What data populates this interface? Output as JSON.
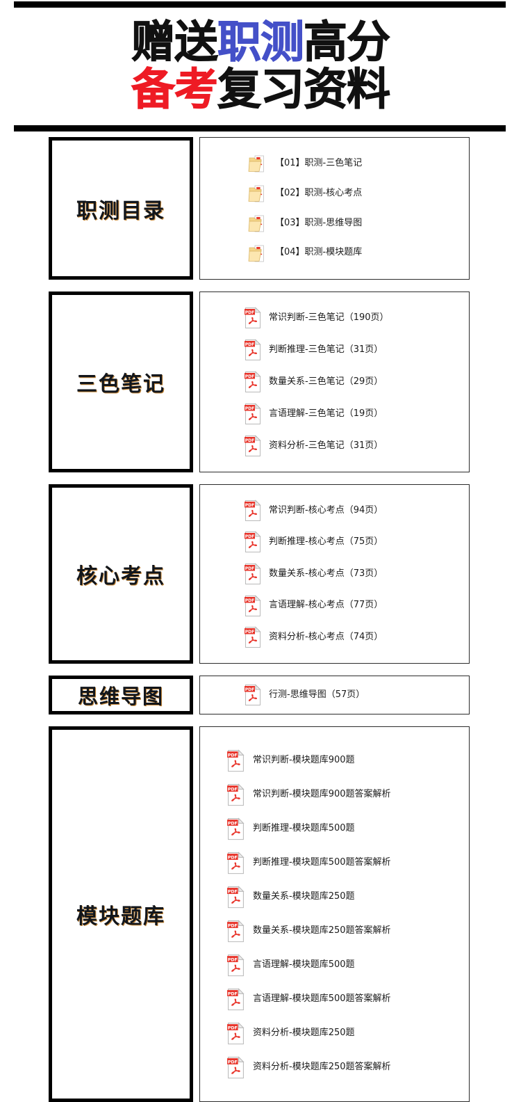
{
  "header": {
    "line1": [
      {
        "text": "赠送",
        "color": "#111111"
      },
      {
        "text": "职测",
        "color": "#4450c8"
      },
      {
        "text": "高分",
        "color": "#111111"
      }
    ],
    "line2": [
      {
        "text": "备考",
        "color": "#ee1b24"
      },
      {
        "text": "复习资料",
        "color": "#111111"
      }
    ],
    "line1_plain": "赠送职测高分",
    "line2_plain": "备考复习资料"
  },
  "colors": {
    "blue": "#4450c8",
    "red": "#ee1b24",
    "black": "#111111",
    "rule": "#000000",
    "pdf_red": "#e8342a",
    "folder_yellow": "#f7d992"
  },
  "sections": [
    {
      "key": "dir",
      "label": "职测目录",
      "icon": "folder-icon",
      "items": [
        {
          "label": "【01】职测-三色笔记"
        },
        {
          "label": "【02】职测-核心考点"
        },
        {
          "label": "【03】职测-思维导图"
        },
        {
          "label": "【04】职测-模块题库"
        }
      ]
    },
    {
      "key": "notes",
      "label": "三色笔记",
      "icon": "pdf-icon",
      "items": [
        {
          "label": "常识判断-三色笔记（190页）"
        },
        {
          "label": "判断推理-三色笔记（31页）"
        },
        {
          "label": "数量关系-三色笔记（29页）"
        },
        {
          "label": "言语理解-三色笔记（19页）"
        },
        {
          "label": "资料分析-三色笔记（31页）"
        }
      ]
    },
    {
      "key": "core",
      "label": "核心考点",
      "icon": "pdf-icon",
      "items": [
        {
          "label": "常识判断-核心考点（94页）"
        },
        {
          "label": "判断推理-核心考点（75页）"
        },
        {
          "label": "数量关系-核心考点（73页）"
        },
        {
          "label": "言语理解-核心考点（77页）"
        },
        {
          "label": "资料分析-核心考点（74页）"
        }
      ]
    },
    {
      "key": "mind",
      "label": "思维导图",
      "icon": "pdf-icon",
      "items": [
        {
          "label": "行测-思维导图（57页）"
        }
      ]
    },
    {
      "key": "bank",
      "label": "模块题库",
      "icon": "pdf-icon",
      "items": [
        {
          "label": "常识判断-模块题库900题"
        },
        {
          "label": "常识判断-模块题库900题答案解析"
        },
        {
          "label": "判断推理-模块题库500题"
        },
        {
          "label": "判断推理-模块题库500题答案解析"
        },
        {
          "label": "数量关系-模块题库250题"
        },
        {
          "label": "数量关系-模块题库250题答案解析"
        },
        {
          "label": "言语理解-模块题库500题"
        },
        {
          "label": "言语理解-模块题库500题答案解析"
        },
        {
          "label": "资料分析-模块题库250题"
        },
        {
          "label": "资料分析-模块题库250题答案解析"
        }
      ]
    }
  ]
}
